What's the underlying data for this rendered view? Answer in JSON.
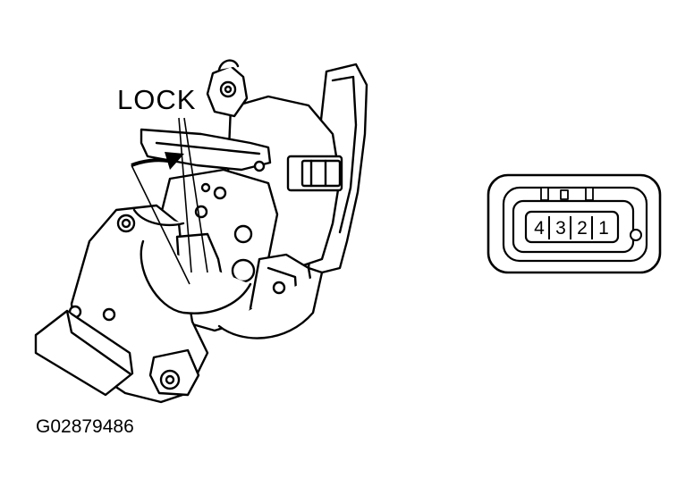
{
  "diagram": {
    "callout_label": "LOCK",
    "figure_id": "G02879486"
  },
  "connector": {
    "pins": [
      "4",
      "3",
      "2",
      "1"
    ]
  }
}
